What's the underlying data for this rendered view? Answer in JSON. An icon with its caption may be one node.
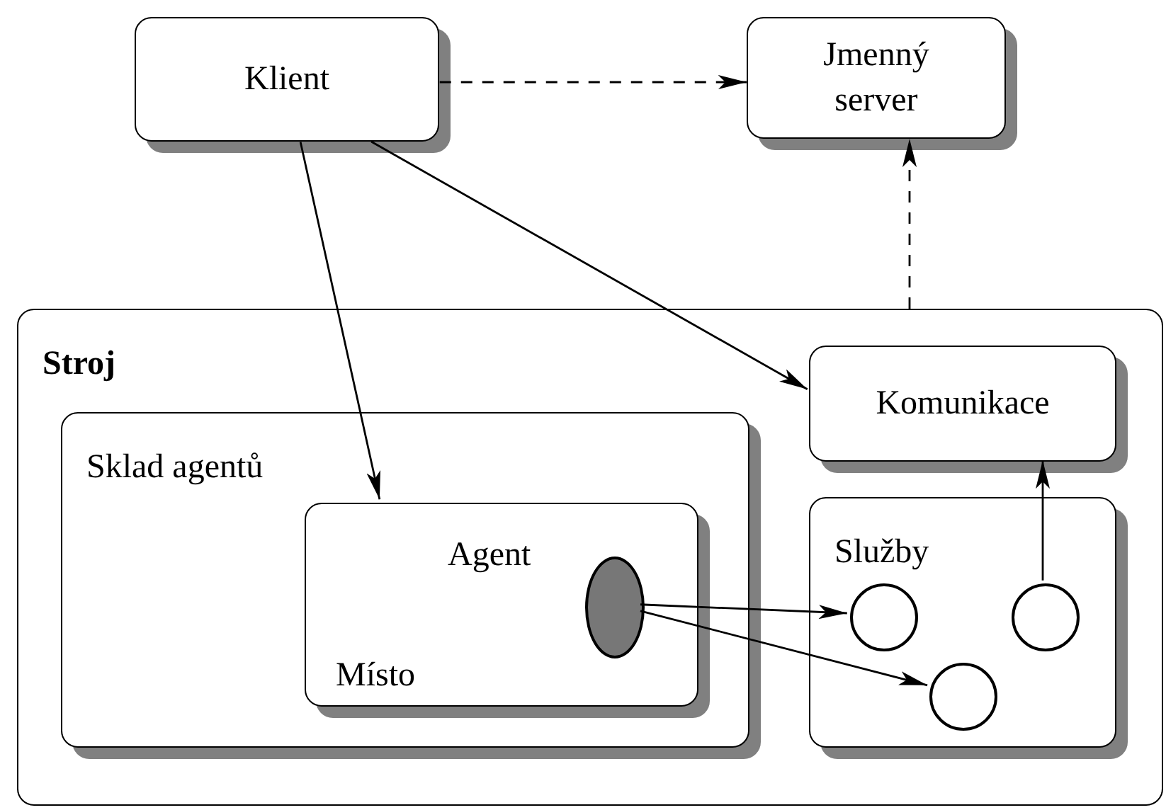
{
  "diagram": {
    "nodes": [
      {
        "text": [
          "Klient"
        ]
      },
      {
        "text": [
          "Jmenný server"
        ]
      },
      {
        "text": [
          "Stroj"
        ]
      },
      {
        "text": [
          "Komunikace"
        ],
        "in": 2
      },
      {
        "text": [
          "Sklad agentů"
        ],
        "in": 2
      },
      {
        "text": [
          "Agent",
          "Místo"
        ],
        "in": 4
      },
      {
        "text": [],
        "shape": "ellipse",
        "in": 5
      },
      {
        "text": [
          "Služby"
        ],
        "in": 2
      },
      {
        "text": [],
        "shape": "circle",
        "in": 7
      },
      {
        "text": [],
        "shape": "circle",
        "in": 7
      },
      {
        "text": [],
        "shape": "circle",
        "in": 7
      }
    ],
    "edges": [
      {
        "from": 0,
        "to": 1,
        "arrow": "to",
        "style": "dashed"
      },
      {
        "from": 2,
        "to": 1,
        "arrow": "to",
        "style": "dashed"
      },
      {
        "from": 0,
        "to": 3,
        "arrow": "to"
      },
      {
        "from": 0,
        "to": 5,
        "arrow": "to"
      },
      {
        "from": 6,
        "to": 8,
        "arrow": "to"
      },
      {
        "from": 6,
        "to": 10,
        "arrow": "to"
      },
      {
        "from": 9,
        "to": 3,
        "arrow": "to"
      }
    ]
  }
}
